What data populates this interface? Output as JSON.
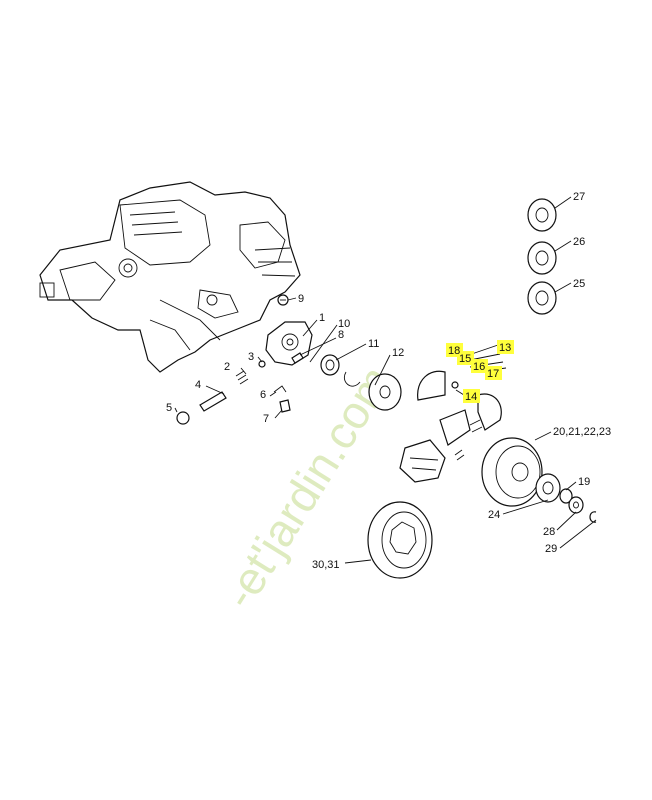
{
  "watermark": "-et'jardin.com",
  "callouts": [
    {
      "id": "c1",
      "text": "1"
    },
    {
      "id": "c2",
      "text": "2"
    },
    {
      "id": "c3",
      "text": "3"
    },
    {
      "id": "c4",
      "text": "4"
    },
    {
      "id": "c5",
      "text": "5"
    },
    {
      "id": "c6",
      "text": "6"
    },
    {
      "id": "c7",
      "text": "7"
    },
    {
      "id": "c8",
      "text": "8"
    },
    {
      "id": "c9",
      "text": "9"
    },
    {
      "id": "c10",
      "text": "10"
    },
    {
      "id": "c11",
      "text": "11"
    },
    {
      "id": "c12",
      "text": "12"
    },
    {
      "id": "c13",
      "text": "13",
      "highlight": true
    },
    {
      "id": "c14",
      "text": "14",
      "highlight": true
    },
    {
      "id": "c15",
      "text": "15",
      "highlight": true
    },
    {
      "id": "c16",
      "text": "16",
      "highlight": true
    },
    {
      "id": "c17",
      "text": "17",
      "highlight": true
    },
    {
      "id": "c18",
      "text": "18",
      "highlight": true
    },
    {
      "id": "c19",
      "text": "19"
    },
    {
      "id": "c20",
      "text": "20,21,22,23"
    },
    {
      "id": "c24",
      "text": "24"
    },
    {
      "id": "c25",
      "text": "25"
    },
    {
      "id": "c26",
      "text": "26"
    },
    {
      "id": "c27",
      "text": "27"
    },
    {
      "id": "c28",
      "text": "28"
    },
    {
      "id": "c29",
      "text": "29"
    },
    {
      "id": "c30",
      "text": "30,31"
    }
  ],
  "colors": {
    "highlight": "#ffff3c",
    "ink": "#111111",
    "watermark": "#d9e8b4"
  }
}
